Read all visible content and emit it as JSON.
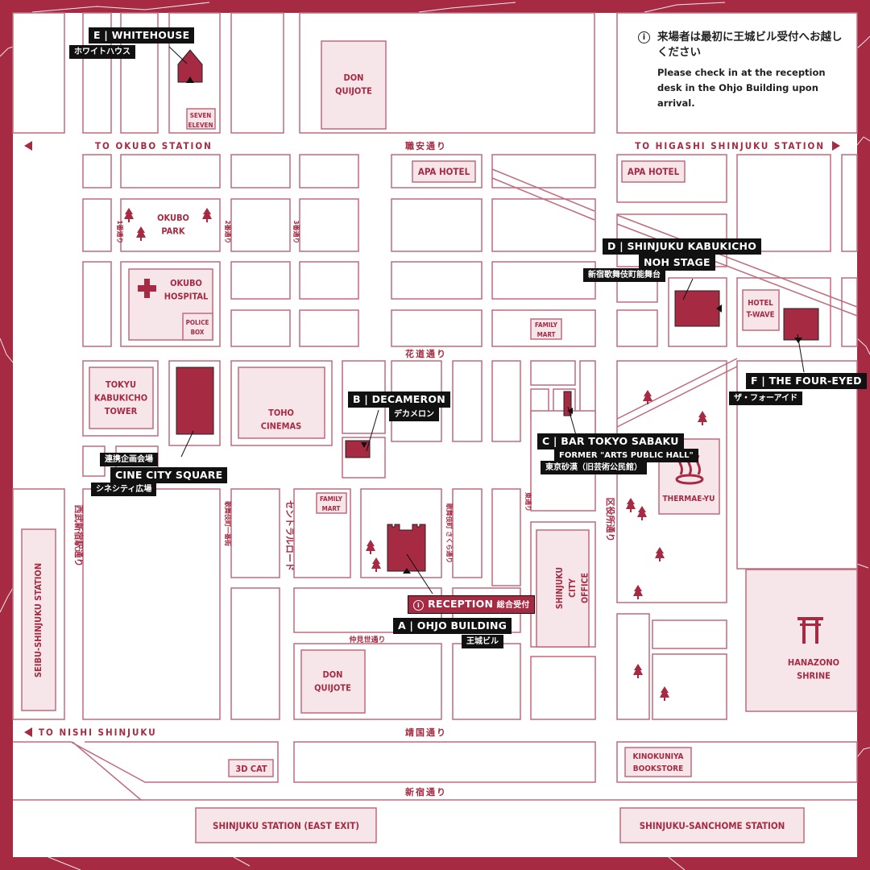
{
  "colors": {
    "brand": "#a52a42",
    "block_stroke": "#c06a7e",
    "landmark_fill": "#f6e6ea",
    "venue_fill": "#a52a42",
    "label_bg": "#111111",
    "label_text": "#ffffff"
  },
  "notice": {
    "icon": "info-icon",
    "jp": "来場者は最初に王城ビル受付へお越しください",
    "en": "Please check in at the reception desk in the Ohjo Building upon arrival."
  },
  "directions": {
    "okubo": "TO OKUBO STATION",
    "higashi_shinjuku": "TO HIGASHI SHINJUKU STATION",
    "nishi_shinjuku": "TO NISHI SHINJUKU"
  },
  "streets": {
    "shokuan": "職安通り",
    "hanamichi": "花道通り",
    "yasukuni": "靖国通り",
    "shinjuku": "新宿通り",
    "nakamise": "仲見世通り",
    "ichiban": "1番通り",
    "niban": "2番通り",
    "sanban": "3番通り",
    "seibu_ekimae": "西武新宿駅通り",
    "ichibangai": "歌舞伎町一番街",
    "central_road": "セントラルロード",
    "sakura": "歌舞伎町 さくら通り",
    "higashi": "東通り",
    "kuyakusho": "区役所通り"
  },
  "landmarks": {
    "don_quijote_north": "DON QUIJOTE",
    "seven_eleven": "SEVEN ELEVEN",
    "apa_hotel_1": "APA HOTEL",
    "apa_hotel_2": "APA HOTEL",
    "okubo_park": "OKUBO PARK",
    "okubo_hospital": "OKUBO HOSPITAL",
    "police_box": "POLICE BOX",
    "family_mart_1": "FAMILY MART",
    "family_mart_2": "FAMILY MART",
    "hotel_twave": "HOTEL T-WAVE",
    "tokyu_tower": "TOKYU KABUKICHO TOWER",
    "toho_cinemas": "TOHO CINEMAS",
    "thermae_yu": "THERMAE-YU",
    "city_office": "SHINJUKU CITY OFFICE",
    "hanazono_shrine": "HANAZONO SHRINE",
    "seibu_station": "SEIBU-SHINJUKU STATION",
    "don_quijote_south": "DON QUIJOTE",
    "three_d_cat": "3D CAT",
    "kinokuniya": "KINOKUNIYA BOOKSTORE",
    "shinjuku_station": "SHINJUKU STATION (EAST EXIT)",
    "sanchome_station": "SHINJUKU-SANCHOME STATION"
  },
  "venues": {
    "a": {
      "title": "A | OHJO BUILDING",
      "jp": "王城ビル"
    },
    "reception": {
      "title": "RECEPTION",
      "jp": "総合受付"
    },
    "b": {
      "title": "B | DECAMERON",
      "jp": "デカメロン"
    },
    "c": {
      "title": "C | BAR TOKYO SABAKU",
      "sub": "FORMER \"ARTS PUBLIC HALL\"",
      "jp": "東京砂漠（旧芸術公民館）"
    },
    "d": {
      "title1": "D | SHINJUKU KABUKICHO",
      "title2": "NOH STAGE",
      "jp": "新宿歌舞伎町能舞台"
    },
    "e": {
      "title": "E | WHITEHOUSE",
      "jp": "ホワイトハウス"
    },
    "f": {
      "title": "F | THE FOUR-EYED",
      "jp": "ザ・フォーアイド"
    },
    "cine": {
      "jp_top": "連携企画会場",
      "title": "CINE CITY SQUARE",
      "jp": "シネシティ広場"
    }
  }
}
